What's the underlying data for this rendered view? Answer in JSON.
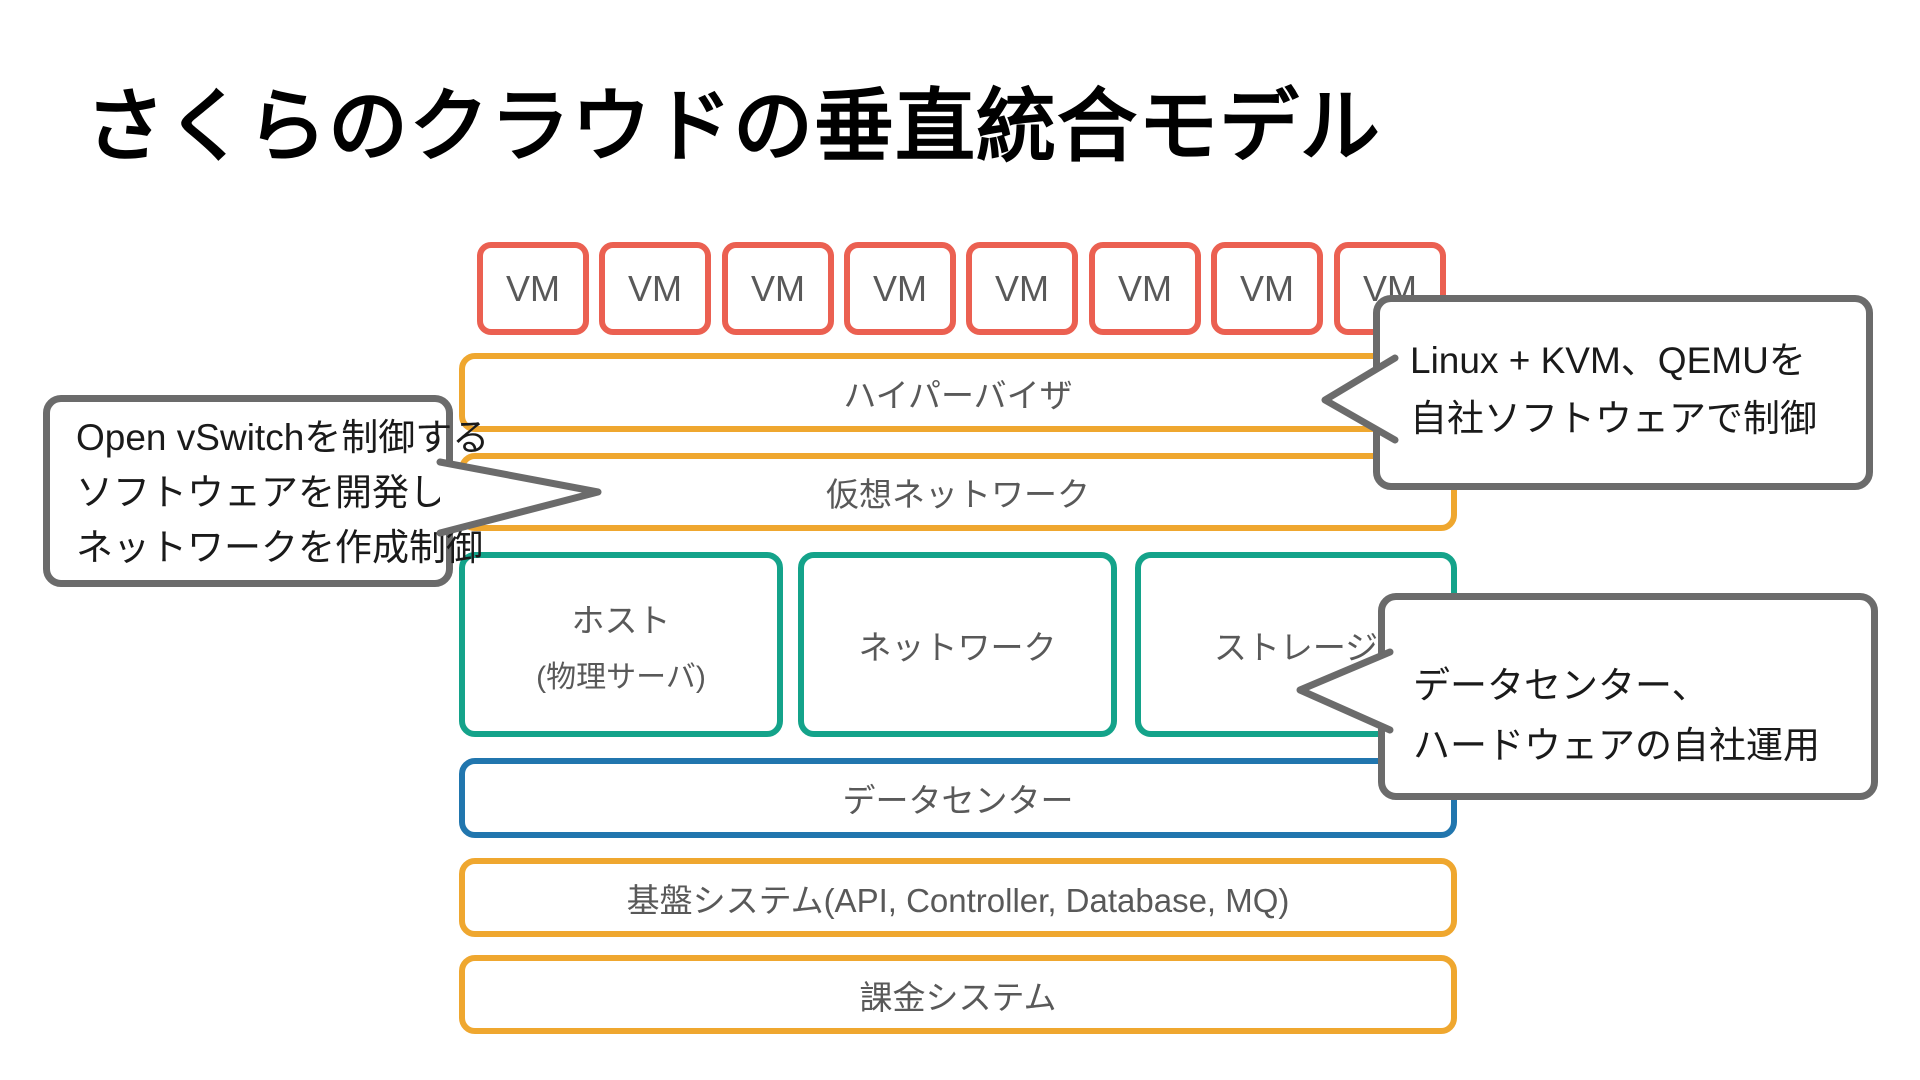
{
  "title": "さくらのクラウドの垂直統合モデル",
  "vm": {
    "label": "VM",
    "count": 8
  },
  "layers": {
    "hypervisor": "ハイパーバイザ",
    "virtual_network": "仮想ネットワーク",
    "host_line1": "ホスト",
    "host_line2": "(物理サーバ)",
    "network": "ネットワーク",
    "storage": "ストレージ",
    "datacenter": "データセンター",
    "base_system": "基盤システム(API, Controller, Database, MQ)",
    "billing_system": "課金システム"
  },
  "callouts": {
    "vswitch": {
      "lines": [
        "Open vSwitchを制御する",
        "ソフトウェアを開発し、",
        "ネットワークを作成制御"
      ],
      "points_at": "仮想ネットワーク"
    },
    "kvm": {
      "lines": [
        "Linux + KVM、QEMUを",
        "自社ソフトウェアで制御"
      ],
      "points_at": "ハイパーバイザ"
    },
    "datacenter_ops": {
      "lines": [
        "データセンター、",
        "ハードウェアの自社運用"
      ],
      "points_at": "ストレージ"
    }
  },
  "colors": {
    "vm_border": "#EB6051",
    "layer_orange": "#EFA72F",
    "infra_teal": "#14A38A",
    "datacenter_blue": "#2176AE",
    "callout_gray": "#6B6B6B",
    "label_gray": "#595959",
    "title_black": "#000000"
  }
}
